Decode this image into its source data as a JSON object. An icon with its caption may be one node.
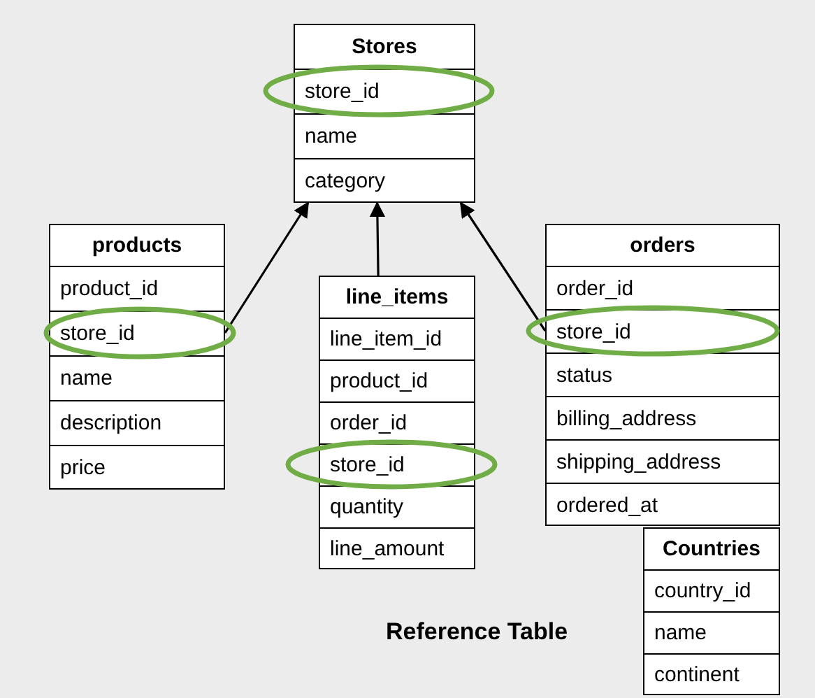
{
  "diagram": {
    "nodes": [
      {
        "text": [
          "Stores"
        ]
      },
      {
        "text": [
          "store_id"
        ],
        "in": 0
      },
      {
        "text": [
          "name"
        ],
        "in": 0
      },
      {
        "text": [
          "category"
        ],
        "in": 0
      },
      {
        "text": [
          "products"
        ]
      },
      {
        "text": [
          "product_id"
        ],
        "in": 4
      },
      {
        "text": [
          "store_id"
        ],
        "in": 4
      },
      {
        "text": [
          "name"
        ],
        "in": 4
      },
      {
        "text": [
          "description"
        ],
        "in": 4
      },
      {
        "text": [
          "price"
        ],
        "in": 4
      },
      {
        "text": [
          "line_items"
        ]
      },
      {
        "text": [
          "line_item_id"
        ],
        "in": 10
      },
      {
        "text": [
          "product_id"
        ],
        "in": 10
      },
      {
        "text": [
          "order_id"
        ],
        "in": 10
      },
      {
        "text": [
          "store_id"
        ],
        "in": 10
      },
      {
        "text": [
          "quantity"
        ],
        "in": 10
      },
      {
        "text": [
          "line_amount"
        ],
        "in": 10
      },
      {
        "text": [
          "orders"
        ]
      },
      {
        "text": [
          "order_id"
        ],
        "in": 17
      },
      {
        "text": [
          "store_id"
        ],
        "in": 17
      },
      {
        "text": [
          "status"
        ],
        "in": 17
      },
      {
        "text": [
          "billing_address"
        ],
        "in": 17
      },
      {
        "text": [
          "shipping_address"
        ],
        "in": 17
      },
      {
        "text": [
          "ordered_at"
        ],
        "in": 17
      },
      {
        "text": [
          "Countries"
        ]
      },
      {
        "text": [
          "country_id"
        ],
        "in": 24
      },
      {
        "text": [
          "name"
        ],
        "in": 24
      },
      {
        "text": [
          "continent"
        ],
        "in": 24
      }
    ],
    "edges": [
      {
        "from": 6,
        "to": 0,
        "arrow": "to"
      },
      {
        "from": 10,
        "to": 0,
        "arrow": "to"
      },
      {
        "from": 19,
        "to": 0,
        "arrow": "to"
      }
    ],
    "labels": [
      "Reference Table"
    ]
  }
}
